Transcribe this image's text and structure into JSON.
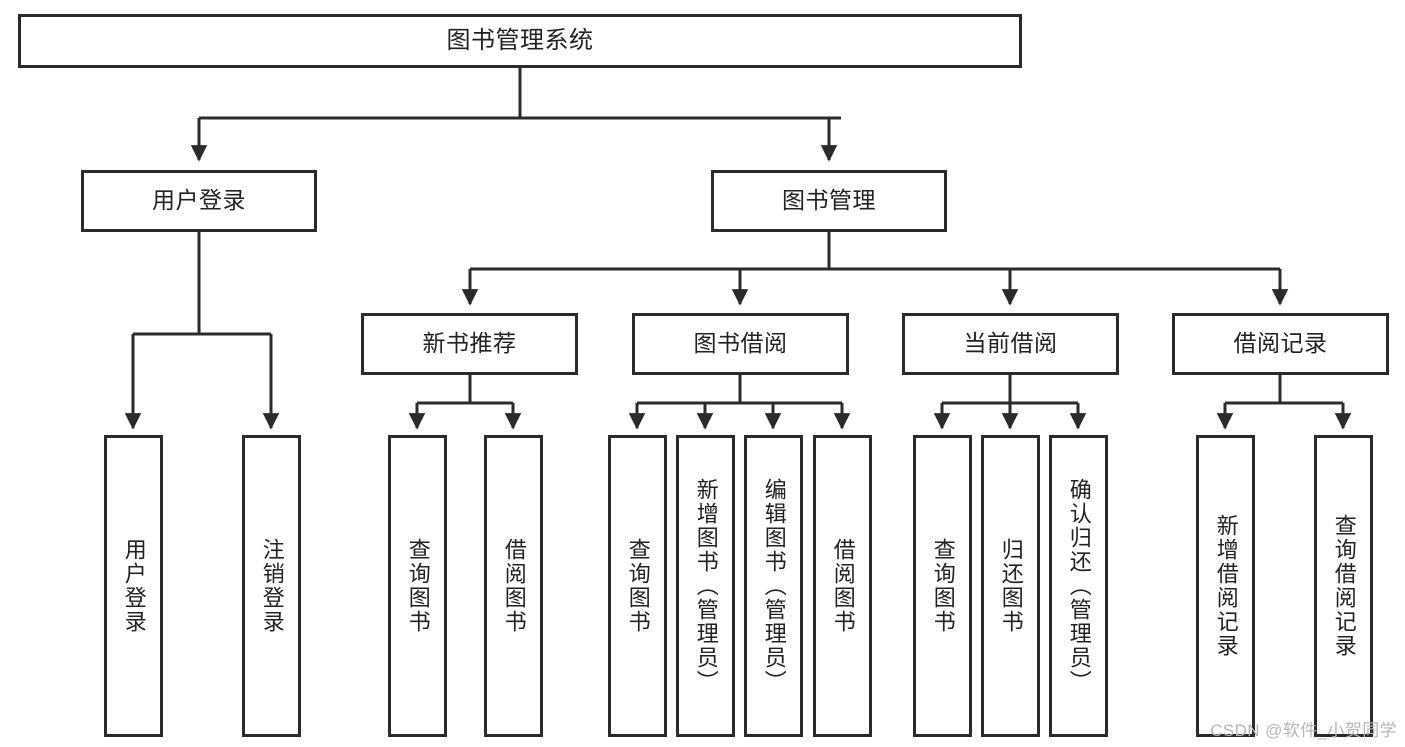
{
  "diagram": {
    "title": "图书管理系统",
    "type": "tree-hierarchy-chart",
    "watermark": "CSDN @软件_小贺同学",
    "colors": {
      "box_border": "#2b2b2b",
      "box_fill": "#ffffff",
      "line": "#2b2b2b",
      "text": "#222222",
      "watermark": "#b6b6b6"
    },
    "nodes": {
      "root": {
        "label": "图书管理系统"
      },
      "level2": [
        {
          "label": "用户登录"
        },
        {
          "label": "图书管理"
        }
      ],
      "level3": [
        {
          "label": "新书推荐"
        },
        {
          "label": "图书借阅"
        },
        {
          "label": "当前借阅"
        },
        {
          "label": "借阅记录"
        }
      ],
      "leaves": {
        "user_login": [
          {
            "label": "用户登录"
          },
          {
            "label": "注销登录"
          }
        ],
        "new_book_recommend": [
          {
            "label": "查询图书"
          },
          {
            "label": "借阅图书"
          }
        ],
        "book_borrow": [
          {
            "label": "查询图书"
          },
          {
            "label": "新增图书（管理员）"
          },
          {
            "label": "编辑图书（管理员）"
          },
          {
            "label": "借阅图书"
          }
        ],
        "current_borrow": [
          {
            "label": "查询图书"
          },
          {
            "label": "归还图书"
          },
          {
            "label": "确认归还（管理员）"
          }
        ],
        "borrow_record": [
          {
            "label": "新增借阅记录"
          },
          {
            "label": "查询借阅记录"
          }
        ]
      }
    }
  }
}
